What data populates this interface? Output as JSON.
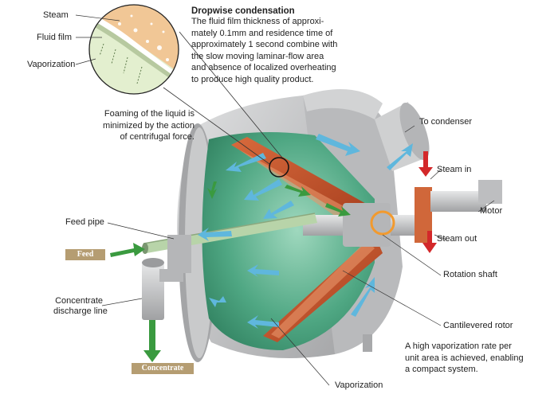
{
  "title": "Dropwise condensation",
  "description": "The fluid film thickness of approxi-mately 0.1mm and residence time of approximately 1 second combine with the slow moving laminar-flow area and absence of localized overheating to produce high quality product.",
  "description_lines": [
    "The fluid film thickness of approxi-",
    "mately 0.1mm and residence time of",
    "approximately 1 second combine with",
    "the slow moving laminar-flow area",
    "and absence of localized overheating",
    "to produce high quality product."
  ],
  "foaming_note": [
    "Foaming of the liquid is",
    "minimized by the action",
    "of centrifugal force."
  ],
  "vaporization_note": [
    "A high vaporization rate per",
    "unit area is achieved, enabling",
    "a compact system."
  ],
  "labels": {
    "steam": "Steam",
    "fluid_film": "Fluid film",
    "vaporization_inset": "Vaporization",
    "to_condenser": "To condenser",
    "steam_in": "Steam in",
    "motor": "Motor",
    "steam_out": "Steam out",
    "rotation_shaft": "Rotation shaft",
    "cantilevered_rotor": "Cantilevered rotor",
    "feed_pipe": "Feed pipe",
    "concentrate_discharge_line_1": "Concentrate",
    "concentrate_discharge_line_2": "discharge line",
    "vaporization_bottom": "Vaporization"
  },
  "tags": {
    "feed": "Feed",
    "concentrate": "Concentrate"
  },
  "colors": {
    "shell": "#c9cacb",
    "shell_dark": "#9a9b9d",
    "interior_green": "#3f9a73",
    "rotor": "#c2542a",
    "steam_fill": "#f1c796",
    "arrow_blue": "#5fb7dd",
    "arrow_green": "#3a9a3f",
    "arrow_red": "#d3282a",
    "tag_bg": "#b59d72"
  }
}
